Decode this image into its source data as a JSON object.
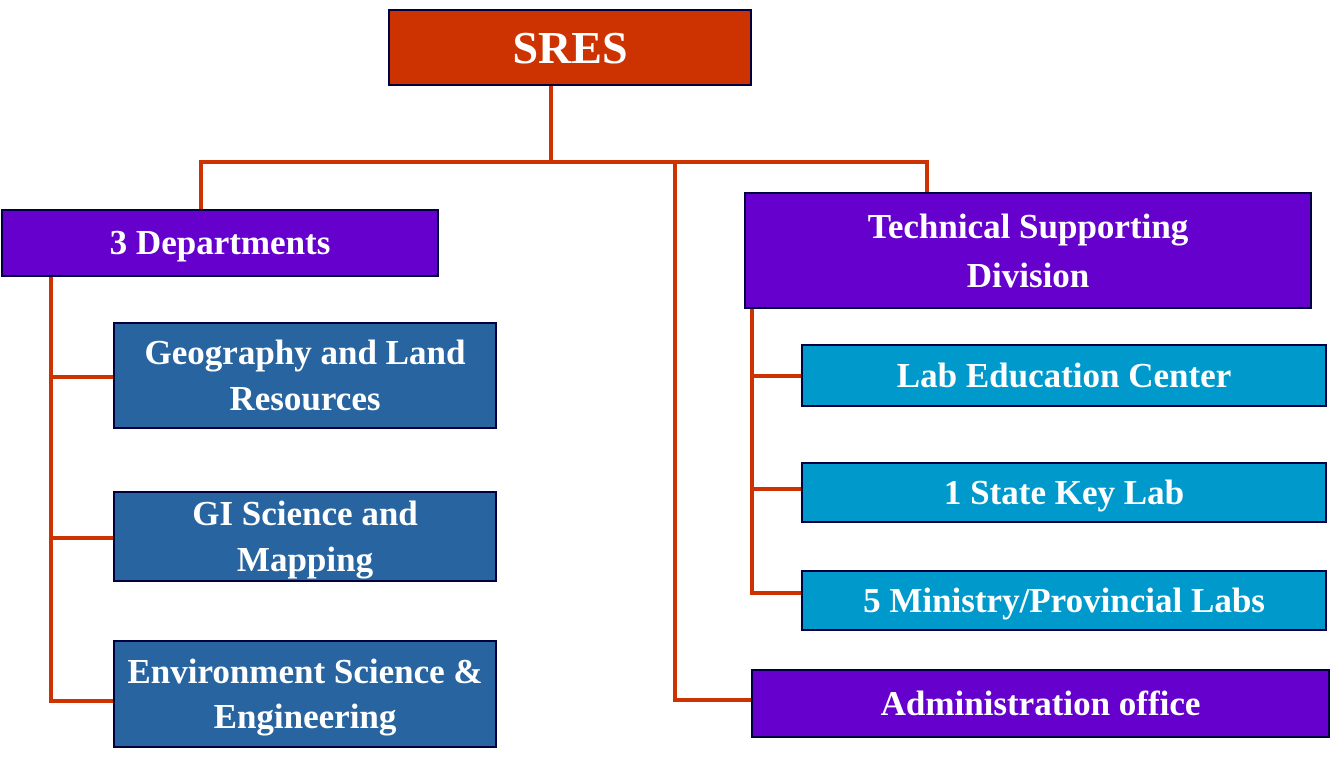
{
  "root": {
    "label": "SRES"
  },
  "departments": {
    "label": "3 Departments",
    "items": [
      {
        "label": "Geography and Land Resources"
      },
      {
        "label": "GI Science and Mapping"
      },
      {
        "label": "Environment Science & Engineering"
      }
    ]
  },
  "technical": {
    "label": "Technical Supporting Division",
    "items": [
      {
        "label": "Lab Education Center"
      },
      {
        "label": "1 State Key Lab"
      },
      {
        "label": "5 Ministry/Provincial Labs"
      }
    ]
  },
  "admin": {
    "label": "Administration office"
  },
  "colors": {
    "root": "#CC3300",
    "group": "#6600CC",
    "department": "#2864A0",
    "lab": "#0099CC",
    "connector": "#CC3300"
  }
}
